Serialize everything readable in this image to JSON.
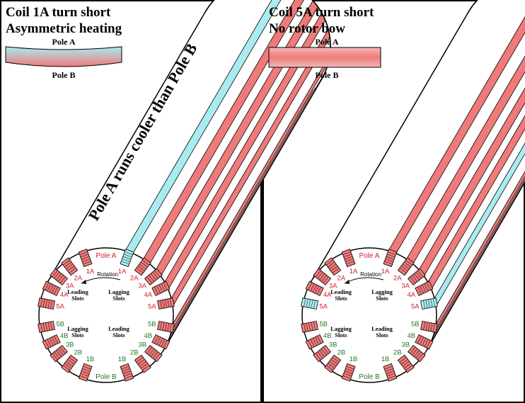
{
  "colors": {
    "hot": "#f07a7a",
    "cool": "#a8ecf0",
    "frame": "#000000",
    "label_a": "#d0202a",
    "label_b": "#1f7a1f"
  },
  "panels": [
    {
      "title_line1": "Coil 1A turn short",
      "title_line2": "Asymmetric heating",
      "bar_top_label": "Pole A",
      "bar_bottom_label": "Pole B",
      "bar_shape": "bowed",
      "annotation": "Pole A runs cooler than Pole B",
      "cool_slots": [
        "1A"
      ],
      "region_top_left": "Leading\nSlots",
      "region_top_right": "Lagging\nSlots",
      "region_bottom_left": "Lagging\nSlots",
      "region_bottom_right": "Leading\nSlots"
    },
    {
      "title_line1": "Coil 5A turn short",
      "title_line2": "No rotor bow",
      "bar_top_label": "Pole A",
      "bar_bottom_label": "Pole B",
      "bar_shape": "straight",
      "annotation": "",
      "cool_slots": [
        "5A"
      ],
      "region_top_left": "Leading\nSlots",
      "region_top_right": "Lagging\nSlots",
      "region_bottom_left": "Lagging\nSlots",
      "region_bottom_right": "Leading\nSlots"
    }
  ],
  "rotor": {
    "pole_a_label": "Pole A",
    "pole_b_label": "Pole B",
    "rotation_label": "Rotation",
    "slot_labels": [
      "1A",
      "2A",
      "3A",
      "4A",
      "5A",
      "5B",
      "4B",
      "3B",
      "2B",
      "1B"
    ]
  }
}
